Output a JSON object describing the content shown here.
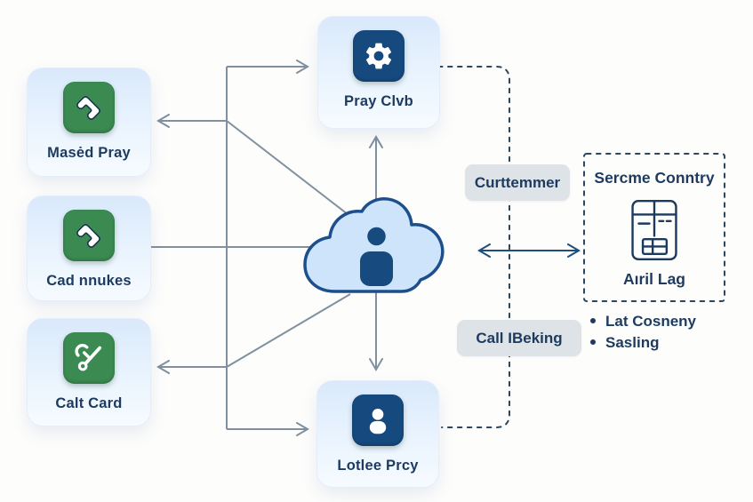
{
  "diagram": {
    "left_nodes": [
      {
        "label": "Masėd Pray",
        "icon": "phone-icon"
      },
      {
        "label": "Cad nnukes",
        "icon": "phone-icon"
      },
      {
        "label": "Calt Card",
        "icon": "tools-icon"
      }
    ],
    "top_node": {
      "label": "Pray Clvb",
      "icon": "gear-icon"
    },
    "bottom_node": {
      "label": "Lotlee Prcy",
      "icon": "person-icon"
    },
    "center_node": {
      "icon": "cloud-user-icon"
    },
    "flow_labels": {
      "customer": "Curttemmer",
      "call_booking": "Call IBeking"
    },
    "service_box": {
      "title": "Sercme Conntry",
      "icon": "form-icon",
      "icon_label": "Aıril Lag"
    },
    "bullets": [
      "Lat Cosneny",
      "Sasling"
    ],
    "colors": {
      "green": "#3b8a51",
      "navy": "#164a7e",
      "cloud_fill": "#cde4fa",
      "cloud_stroke": "#1d4f8c",
      "arrow_gray": "#8090a0",
      "dash_navy": "#2a4660",
      "chip_bg": "#dde3e7",
      "text": "#1d3a5f"
    }
  }
}
